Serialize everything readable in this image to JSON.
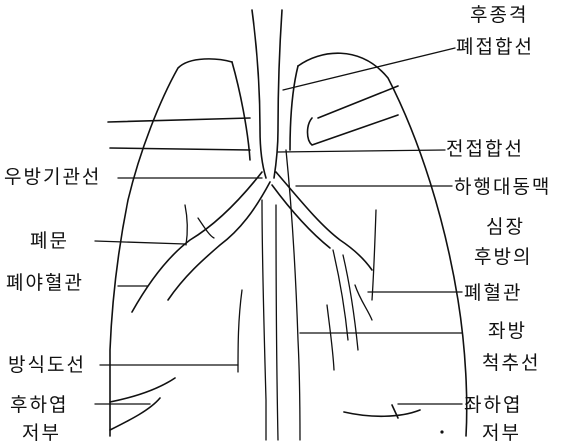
{
  "labels": {
    "post_mediastinum_1": "후종격",
    "post_mediastinum_2": "폐접합선",
    "ant_junction_line": "전접합선",
    "right_paratracheal": "우방기관선",
    "ivc": "하행대동맥",
    "retrocardiac_1": "심장",
    "retrocardiac_2": "후방의",
    "retrocardiac_3": "폐혈관",
    "pulm_hilum": "폐문",
    "lower_lobe_vessels": "폐야혈관",
    "left_paraspinal_1": "좌방",
    "left_paraspinal_2": "척추선",
    "azygoesophageal": "방식도선",
    "right_lower_lobe_1": "후하엽",
    "right_lower_lobe_2": "저부",
    "left_lower_lobe_1": "좌하엽",
    "left_lower_lobe_2": "저부"
  }
}
